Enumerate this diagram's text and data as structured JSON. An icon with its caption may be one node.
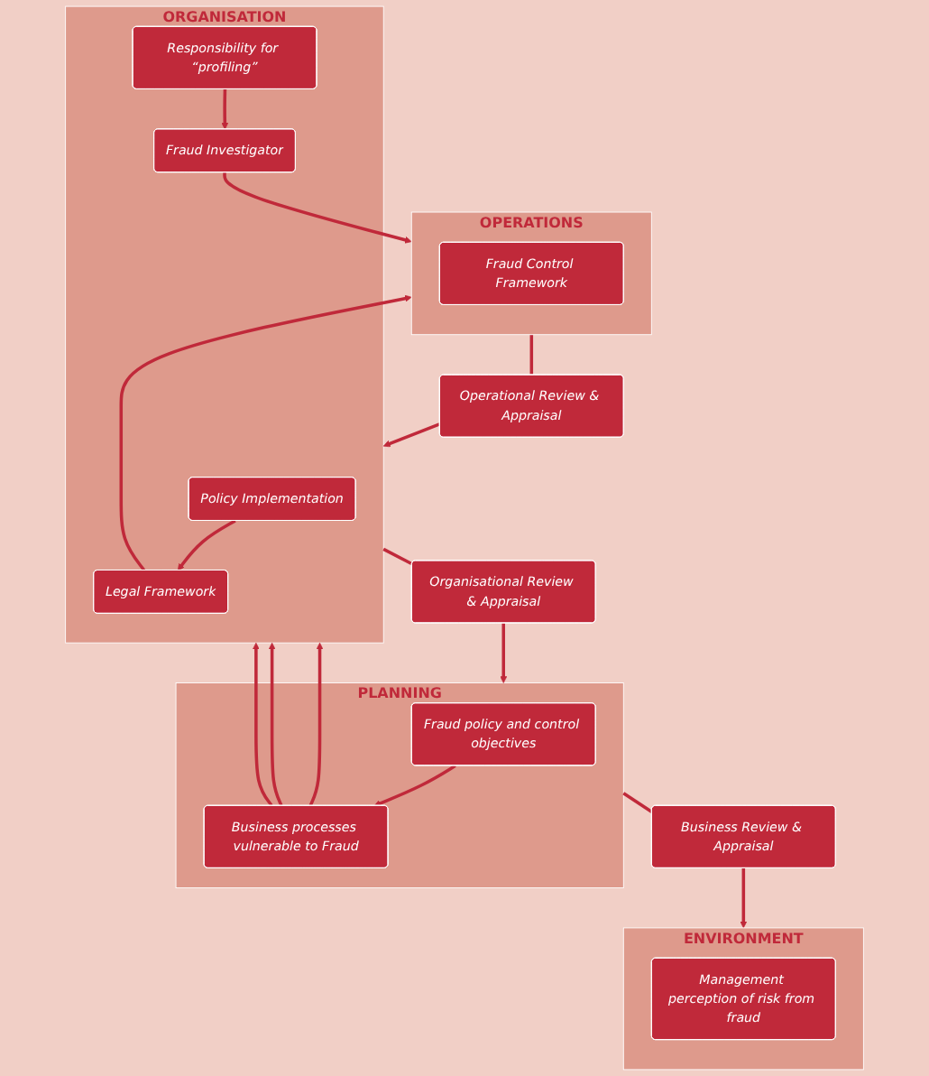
{
  "diagram": {
    "nodes": [
      {
        "text": [
          "ENVIRONMENT"
        ]
      },
      {
        "text": [
          "Management perception of risk from fraud"
        ],
        "in": 0
      },
      {
        "text": [
          "PLANNING"
        ]
      },
      {
        "text": [
          "Fraud policy and control objectives"
        ],
        "in": 2
      },
      {
        "text": [
          "Business processes vulnerable to Fraud"
        ],
        "in": 2
      },
      {
        "text": [
          "ORGANISATION"
        ]
      },
      {
        "text": [
          "Policy Implementation"
        ],
        "in": 5
      },
      {
        "text": [
          "Responsibility for “profiling”"
        ],
        "in": 5
      },
      {
        "text": [
          "Legal Framework"
        ],
        "in": 5
      },
      {
        "text": [
          "Fraud Investigator"
        ],
        "in": 5
      },
      {
        "text": [
          "OPERATIONS"
        ]
      },
      {
        "text": [
          "Fraud Control Framework"
        ],
        "in": 10
      },
      {
        "text": [
          "Business Review & Appraisal"
        ]
      },
      {
        "text": [
          "Organisational Review & Appraisal"
        ]
      },
      {
        "text": [
          "Operational Review & Appraisal"
        ]
      }
    ],
    "edges": [
      {
        "from": 3,
        "to": 4,
        "arrow": "to"
      },
      {
        "from": 4,
        "to": 5,
        "arrow": "to"
      },
      {
        "from": 4,
        "to": 5,
        "arrow": "to"
      },
      {
        "from": 4,
        "to": 5,
        "arrow": "to"
      },
      {
        "from": 6,
        "to": 8,
        "arrow": "to"
      },
      {
        "from": 7,
        "to": 9,
        "arrow": "to"
      },
      {
        "from": 8,
        "to": 10,
        "arrow": "to"
      },
      {
        "from": 9,
        "to": 10,
        "arrow": "to"
      },
      {
        "from": 2,
        "to": 12,
        "arrow": "none"
      },
      {
        "from": 12,
        "to": 0,
        "arrow": "to"
      },
      {
        "from": 5,
        "to": 13,
        "arrow": "none"
      },
      {
        "from": 13,
        "to": 2,
        "arrow": "to"
      },
      {
        "from": 10,
        "to": 14,
        "arrow": "none"
      },
      {
        "from": 14,
        "to": 5,
        "arrow": "to"
      }
    ]
  }
}
